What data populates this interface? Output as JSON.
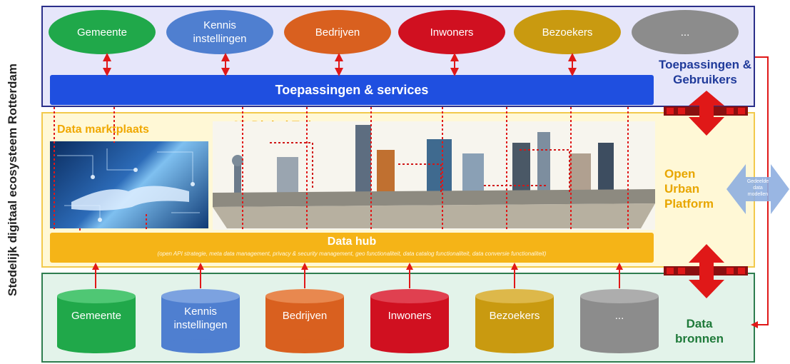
{
  "vertical_title": "Stedelijk digitaal ecosysteem Rotterdam",
  "top": {
    "users": [
      {
        "label": "Gemeente",
        "color": "#20a84a"
      },
      {
        "label": "Kennis instellingen",
        "color": "#4f7fd0"
      },
      {
        "label": "Bedrijven",
        "color": "#d9601f"
      },
      {
        "label": "Inwoners",
        "color": "#d01020"
      },
      {
        "label": "Bezoekers",
        "color": "#c99a10"
      },
      {
        "label": "...",
        "color": "#8c8c8c"
      }
    ],
    "services_bar": "Toepassingen & services",
    "side_label": "Toepassingen & Gebruikers"
  },
  "middle": {
    "data_marktplaats": "Data marktplaats",
    "digital_twin": "3D Digital Twin",
    "side_label": "Open Urban Platform",
    "data_hub_title": "Data hub",
    "data_hub_subtitle": "(open API strategie, meta data management, privacy & security management, geo functionaliteit, data catalog functionaliteit, data conversie functionaliteit)",
    "gedeelde": "Gedeelde data modellen"
  },
  "bottom": {
    "sources": [
      {
        "label": "Gemeente",
        "color": "#20a84a"
      },
      {
        "label": "Kennis instellingen",
        "color": "#4f7fd0"
      },
      {
        "label": "Bedrijven",
        "color": "#d9601f"
      },
      {
        "label": "Inwoners",
        "color": "#d01020"
      },
      {
        "label": "Bezoekers",
        "color": "#c99a10"
      },
      {
        "label": "...",
        "color": "#8c8c8c"
      }
    ],
    "side_label": "Data bronnen"
  }
}
